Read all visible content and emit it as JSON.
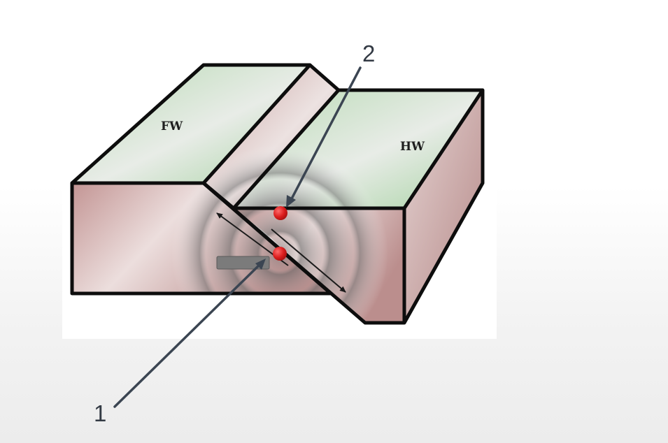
{
  "labels": {
    "footwall": "FW",
    "hangingwall": "HW"
  },
  "callouts": [
    {
      "number": "1",
      "target": "hypocenter"
    },
    {
      "number": "2",
      "target": "epicenter"
    }
  ],
  "colors": {
    "top_surface": "#b4d8b0",
    "side_face": "#c49a99",
    "outline": "#0d0d0d",
    "wave_ring": "#808080",
    "focus_point": "#dd2020",
    "leader_line": "#3b4552",
    "rupture_bar": "#7a7a7a"
  }
}
